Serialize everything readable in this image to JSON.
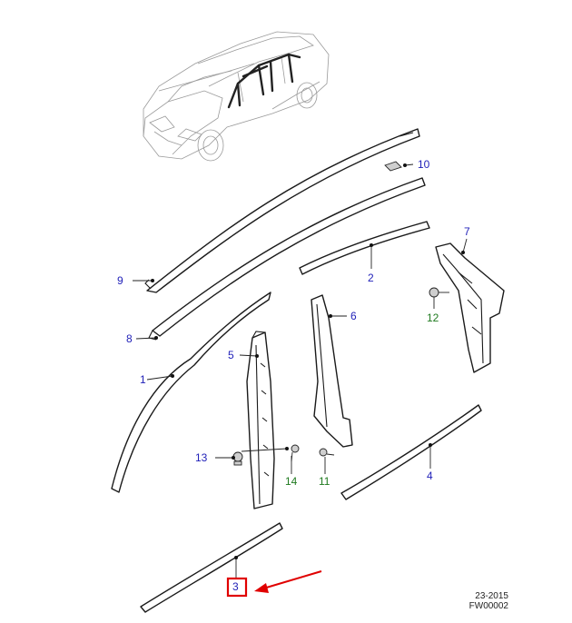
{
  "callouts": {
    "c1": "1",
    "c2": "2",
    "c3": "3",
    "c4": "4",
    "c5": "5",
    "c6": "6",
    "c7": "7",
    "c8": "8",
    "c9": "9",
    "c10": "10",
    "c11": "11",
    "c12": "12",
    "c13": "13",
    "c14": "14"
  },
  "colors": {
    "callout_blue": "#1f1fb8",
    "callout_green": "#1f7a1f",
    "highlight_red": "#e00000"
  },
  "footer": {
    "date_code": "23-2015",
    "figure_id": "FW00002"
  }
}
